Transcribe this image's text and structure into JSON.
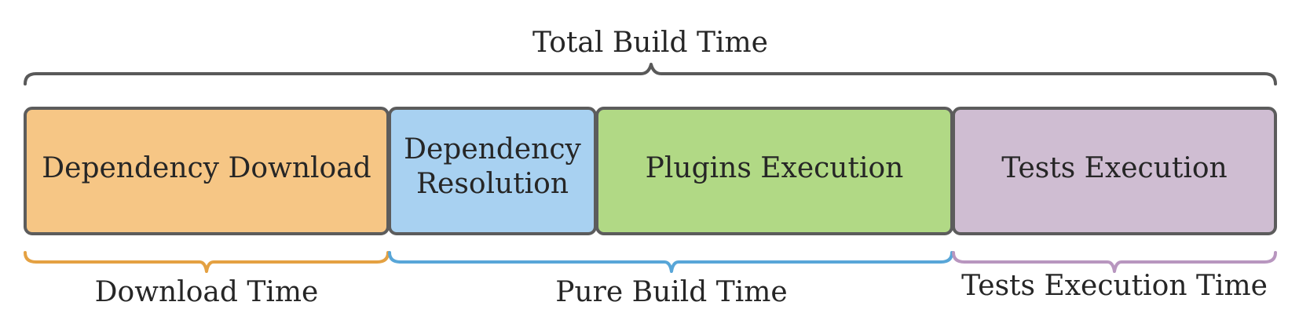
{
  "title": "Total Build Time",
  "stages": [
    {
      "label_lines": [
        "Dependency Download"
      ],
      "color": "#F6C685"
    },
    {
      "label_lines": [
        "Dependency",
        "Resolution"
      ],
      "color": "#A8D1F1"
    },
    {
      "label_lines": [
        "Plugins Execution"
      ],
      "color": "#B1D985"
    },
    {
      "label_lines": [
        "Tests Execution"
      ],
      "color": "#CFBDD2"
    }
  ],
  "groups": [
    {
      "label": "Download Time",
      "color": "#E4A142"
    },
    {
      "label": "Pure Build Time",
      "color": "#58A6D8"
    },
    {
      "label": "Tests Execution Time",
      "color": "#B896BF"
    }
  ],
  "top_brace_color": "#595959"
}
